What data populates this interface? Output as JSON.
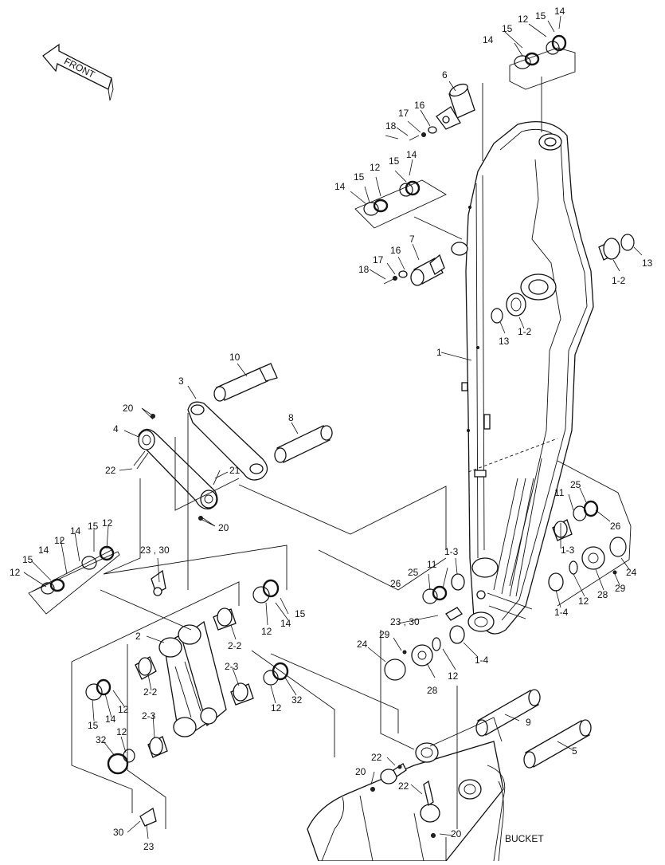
{
  "direction_label": "FRONT",
  "bucket_label": "BUCKET",
  "callouts": {
    "c1": "1",
    "c1_2a": "1-2",
    "c1_2b": "1-2",
    "c1_3a": "1-3",
    "c1_3b": "1-3",
    "c1_4a": "1-4",
    "c1_4b": "1-4",
    "c2": "2",
    "c2_2a": "2-2",
    "c2_2b": "2-2",
    "c2_3a": "2-3",
    "c2_3b": "2-3",
    "c3": "3",
    "c4": "4",
    "c5": "5",
    "c6": "6",
    "c7": "7",
    "c8": "8",
    "c9": "9",
    "c10": "10",
    "c11a": "11",
    "c11b": "11",
    "c12_top": "12",
    "c12_mid": "12",
    "c12_la": "12",
    "c12_lb": "12",
    "c12_lc": "12",
    "c12_ba": "12",
    "c12_bb": "12",
    "c12_bc": "12",
    "c12_bd": "12",
    "c12_r": "12",
    "c12_rr": "12",
    "c13a": "13",
    "c13b": "13",
    "c14_ta": "14",
    "c14_tb": "14",
    "c14_ma": "14",
    "c14_mb": "14",
    "c14_la": "14",
    "c14_lb": "14",
    "c14_ba": "14",
    "c14_bb": "14",
    "c15_ta": "15",
    "c15_tb": "15",
    "c15_ma": "15",
    "c15_mb": "15",
    "c15_la": "15",
    "c15_lb": "15",
    "c15_ba": "15",
    "c15_bb": "15",
    "c16a": "16",
    "c16b": "16",
    "c17a": "17",
    "c17b": "17",
    "c18a": "18",
    "c18b": "18",
    "c20a": "20",
    "c20b": "20",
    "c20c": "20",
    "c20d": "20",
    "c21": "21",
    "c22a": "22",
    "c22b": "22",
    "c22c": "22",
    "c23_30a": "23 , 30",
    "c23_30b": "23 , 30",
    "c23": "23",
    "c24a": "24",
    "c24b": "24",
    "c25a": "25",
    "c25b": "25",
    "c26a": "26",
    "c26b": "26",
    "c28a": "28",
    "c28b": "28",
    "c29a": "29",
    "c29b": "29",
    "c30": "30",
    "c32a": "32",
    "c32b": "32"
  }
}
